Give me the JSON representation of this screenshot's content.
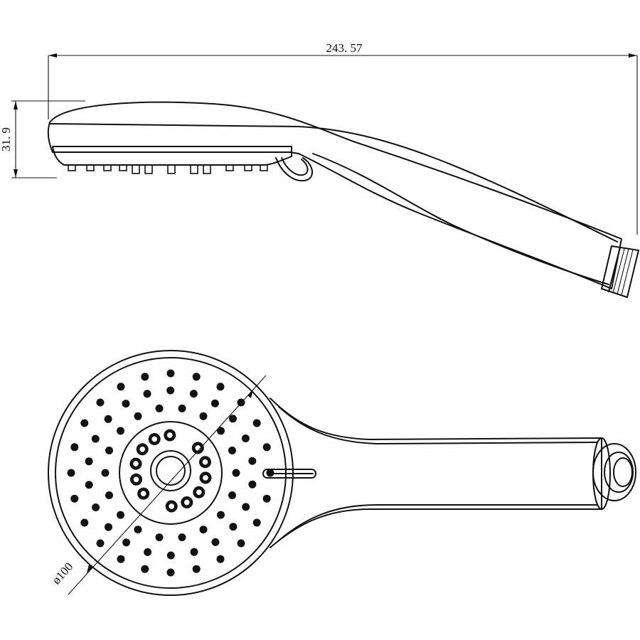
{
  "dimensions": {
    "length": "243. 57",
    "height": "31. 9",
    "diameter": "ø100"
  },
  "colors": {
    "line": "#111111",
    "background": "#ffffff"
  }
}
